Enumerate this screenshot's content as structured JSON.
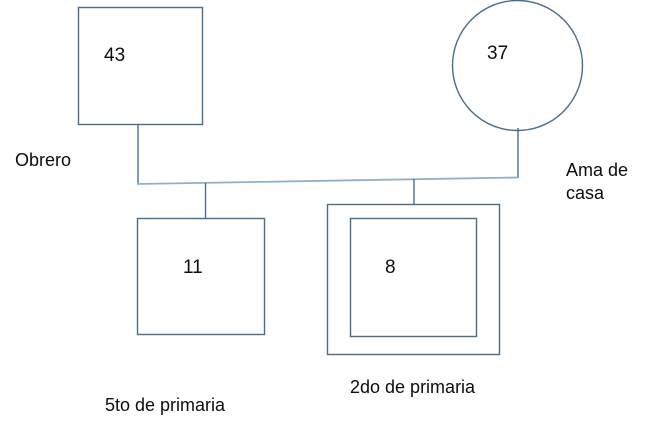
{
  "diagram": {
    "type": "genogram",
    "title": "",
    "stroke_color": "#4a6d8c",
    "sibling_line_color": "#8fb0cb",
    "background_color": "#ffffff"
  },
  "people": {
    "father": {
      "shape": "square",
      "age": "43",
      "label": "Obrero",
      "role": "father"
    },
    "mother": {
      "shape": "circle",
      "age": "37",
      "label": "Ama de casa",
      "role": "mother"
    },
    "child_1": {
      "shape": "square",
      "age": "11",
      "label": "5to de primaria",
      "role": "child",
      "identified_patient": false
    },
    "child_2": {
      "shape": "double-square",
      "age": "8",
      "label": "2do de primaria",
      "role": "child",
      "identified_patient": true
    }
  }
}
